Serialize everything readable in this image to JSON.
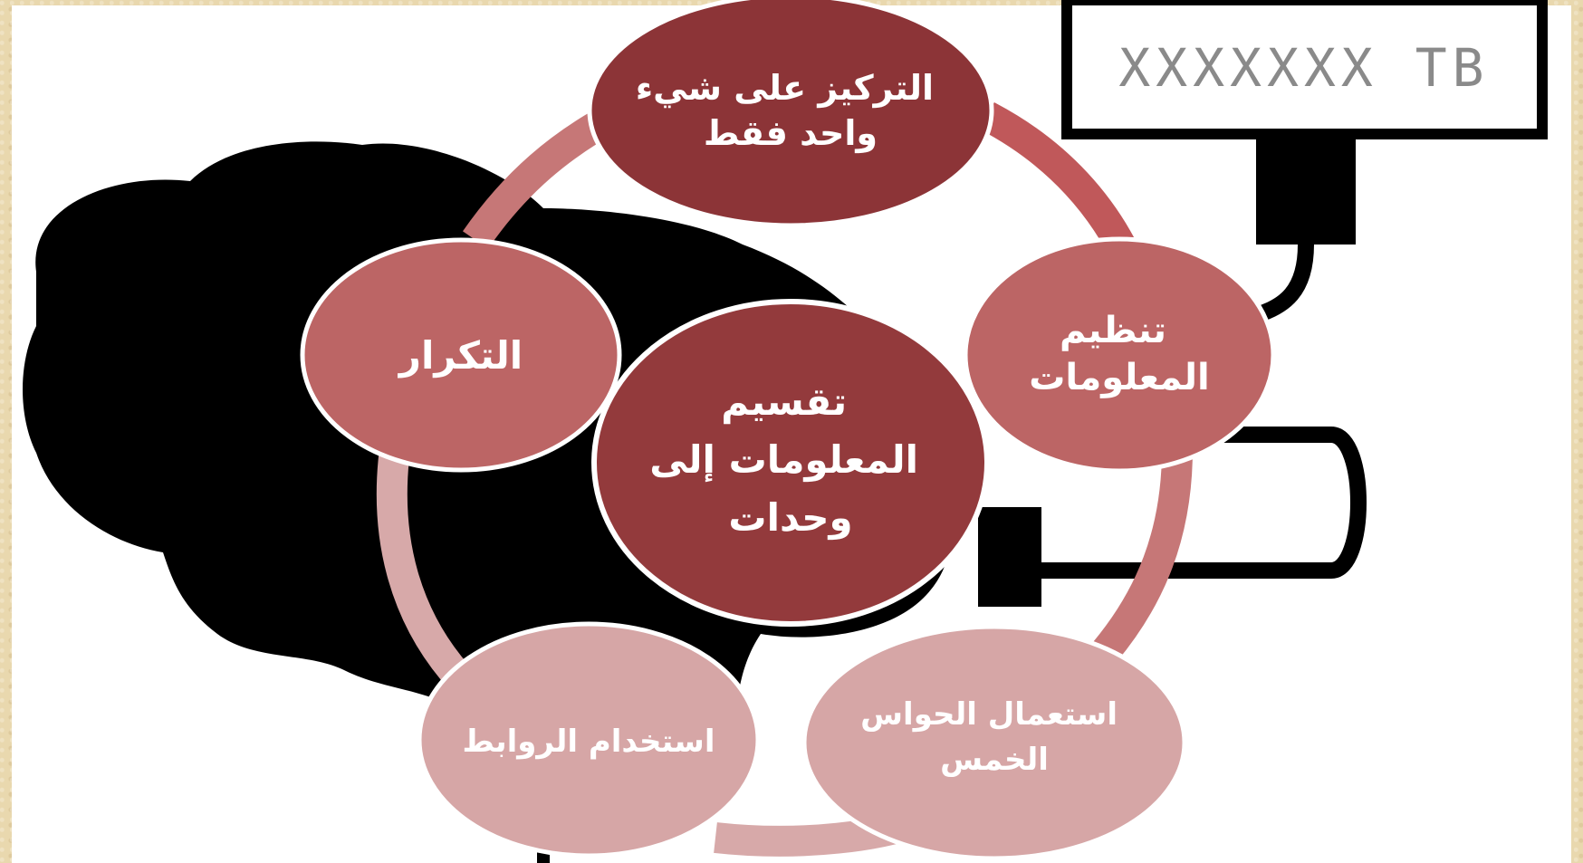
{
  "diagram": {
    "center_label": [
      "تقسيم",
      "المعلومات إلى",
      "وحدات"
    ],
    "nodes": [
      {
        "id": "focus",
        "lines": [
          "التركيز على شيء",
          "واحد فقط"
        ],
        "color": "#8c3437"
      },
      {
        "id": "organize",
        "lines": [
          "تنظيم",
          "المعلومات"
        ],
        "color": "#bc6565"
      },
      {
        "id": "senses",
        "lines": [
          "استعمال الحواس",
          "الخمس"
        ],
        "color": "#d6a6a6"
      },
      {
        "id": "links",
        "lines": [
          "استخدام الروابط"
        ],
        "color": "#d6a6a6"
      },
      {
        "id": "repetition",
        "lines": [
          "التكرار"
        ],
        "color": "#bc6565"
      }
    ],
    "center_color": "#933a3c"
  },
  "brain_image": {
    "storage_label": "XXXXXXX TB"
  }
}
